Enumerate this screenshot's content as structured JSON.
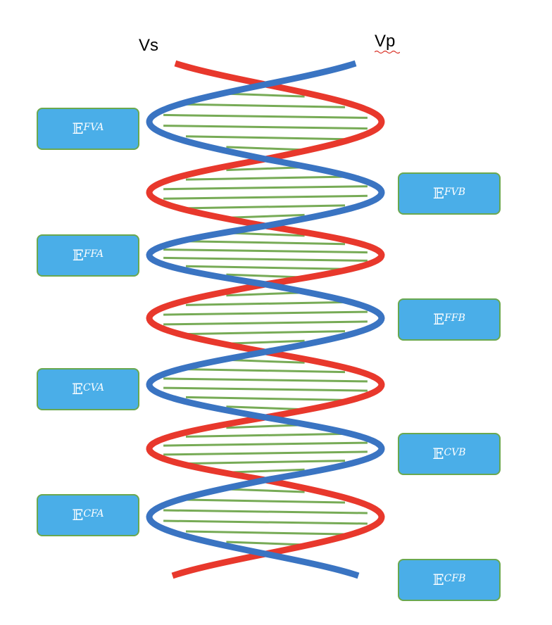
{
  "strands": {
    "left": {
      "label": "Vs",
      "color": "#e8382c"
    },
    "right": {
      "label": "Vp",
      "color": "#3a74c2"
    }
  },
  "rung_color": "#77ab56",
  "box_colors": {
    "fill": "#4aaee8",
    "border": "#6aa84f",
    "text": "#ffffff"
  },
  "boxes_left": [
    {
      "symbol": "𝔼",
      "superscript": "FVA"
    },
    {
      "symbol": "𝔼",
      "superscript": "FFA"
    },
    {
      "symbol": "𝔼",
      "superscript": "CVA"
    },
    {
      "symbol": "𝔼",
      "superscript": "CFA"
    }
  ],
  "boxes_right": [
    {
      "symbol": "𝔼",
      "superscript": "FVB"
    },
    {
      "symbol": "𝔼",
      "superscript": "FFB"
    },
    {
      "symbol": "𝔼",
      "superscript": "CVB"
    },
    {
      "symbol": "𝔼",
      "superscript": "CFB"
    }
  ]
}
